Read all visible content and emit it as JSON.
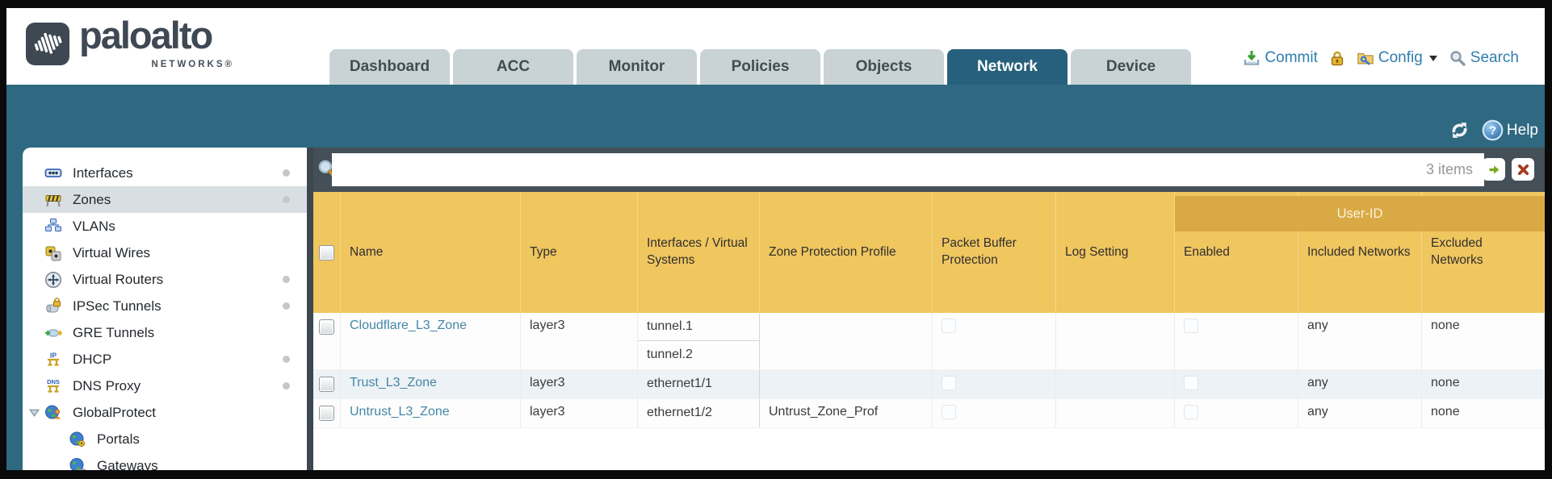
{
  "brand": {
    "name": "paloalto",
    "subtitle": "NETWORKS®"
  },
  "nav": {
    "tabs": [
      {
        "label": "Dashboard",
        "active": false
      },
      {
        "label": "ACC",
        "active": false
      },
      {
        "label": "Monitor",
        "active": false
      },
      {
        "label": "Policies",
        "active": false
      },
      {
        "label": "Objects",
        "active": false
      },
      {
        "label": "Network",
        "active": true
      },
      {
        "label": "Device",
        "active": false
      }
    ],
    "actions": {
      "commit": "Commit",
      "config": "Config",
      "search": "Search"
    }
  },
  "toolbar": {
    "help_label": "Help"
  },
  "filter": {
    "value": "",
    "count_label": "3 items"
  },
  "sidebar": {
    "items": [
      {
        "label": "Interfaces",
        "icon": "interfaces-icon",
        "dot": true
      },
      {
        "label": "Zones",
        "icon": "zones-icon",
        "dot": true,
        "selected": true
      },
      {
        "label": "VLANs",
        "icon": "vlans-icon",
        "dot": false
      },
      {
        "label": "Virtual Wires",
        "icon": "virtual-wires-icon",
        "dot": false
      },
      {
        "label": "Virtual Routers",
        "icon": "virtual-routers-icon",
        "dot": true
      },
      {
        "label": "IPSec Tunnels",
        "icon": "ipsec-tunnels-icon",
        "dot": true
      },
      {
        "label": "GRE Tunnels",
        "icon": "gre-tunnels-icon",
        "dot": false
      },
      {
        "label": "DHCP",
        "icon": "dhcp-icon",
        "dot": true
      },
      {
        "label": "DNS Proxy",
        "icon": "dns-proxy-icon",
        "dot": true
      },
      {
        "label": "GlobalProtect",
        "icon": "globalprotect-icon",
        "dot": false,
        "expanded": true
      },
      {
        "label": "Portals",
        "icon": "portals-icon",
        "dot": false,
        "indent": 1
      },
      {
        "label": "Gateways",
        "icon": "gateways-icon",
        "dot": false,
        "indent": 1
      }
    ]
  },
  "table": {
    "group_header": "User-ID",
    "columns": [
      "Name",
      "Type",
      "Interfaces / Virtual Systems",
      "Zone Protection Profile",
      "Packet Buffer Protection",
      "Log Setting",
      "Enabled",
      "Included Networks",
      "Excluded Networks"
    ],
    "rows": [
      {
        "name": "Cloudflare_L3_Zone",
        "type": "layer3",
        "interfaces": [
          "tunnel.1",
          "tunnel.2"
        ],
        "zone_protection_profile": "",
        "packet_buffer_protection": false,
        "log_setting": "",
        "user_id_enabled": false,
        "included_networks": "any",
        "excluded_networks": "none"
      },
      {
        "name": "Trust_L3_Zone",
        "type": "layer3",
        "interfaces": [
          "ethernet1/1"
        ],
        "zone_protection_profile": "",
        "packet_buffer_protection": false,
        "log_setting": "",
        "user_id_enabled": false,
        "included_networks": "any",
        "excluded_networks": "none"
      },
      {
        "name": "Untrust_L3_Zone",
        "type": "layer3",
        "interfaces": [
          "ethernet1/2"
        ],
        "zone_protection_profile": "Untrust_Zone_Prof",
        "packet_buffer_protection": false,
        "log_setting": "",
        "user_id_enabled": false,
        "included_networks": "any",
        "excluded_networks": "none"
      }
    ]
  },
  "colors": {
    "accent_teal": "#2e6881",
    "header_gold": "#f0c65f",
    "user_id_band": "#d9a945",
    "link_blue": "#4587a6",
    "action_blue": "#2f7fae"
  }
}
